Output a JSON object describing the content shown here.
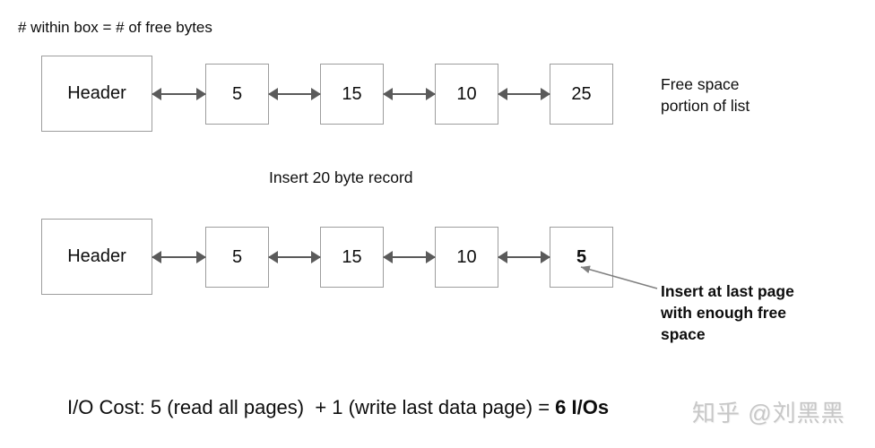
{
  "colors": {
    "background": "#ffffff",
    "box_border": "#9d9d9d",
    "link_arrow": "#5a5a5a",
    "callout_arrow": "#808080",
    "text": "#0d0d0d",
    "watermark": "#c7c7c7"
  },
  "notes": {
    "legend": "# within box = # of free bytes",
    "insert": "Insert 20 byte record"
  },
  "list_before": {
    "nodes": [
      "Header",
      "5",
      "15",
      "10",
      "25"
    ],
    "side_label": "Free space\nportion of list"
  },
  "list_after": {
    "nodes": [
      "Header",
      "5",
      "15",
      "10",
      "5"
    ],
    "callout": "Insert at last page\nwith enough free\nspace"
  },
  "io_cost": {
    "prefix": "I/O Cost: 5 (read all pages)  + 1 (write last data page) = ",
    "result": "6 I/Os"
  },
  "watermark": "知乎 @刘黑黑"
}
